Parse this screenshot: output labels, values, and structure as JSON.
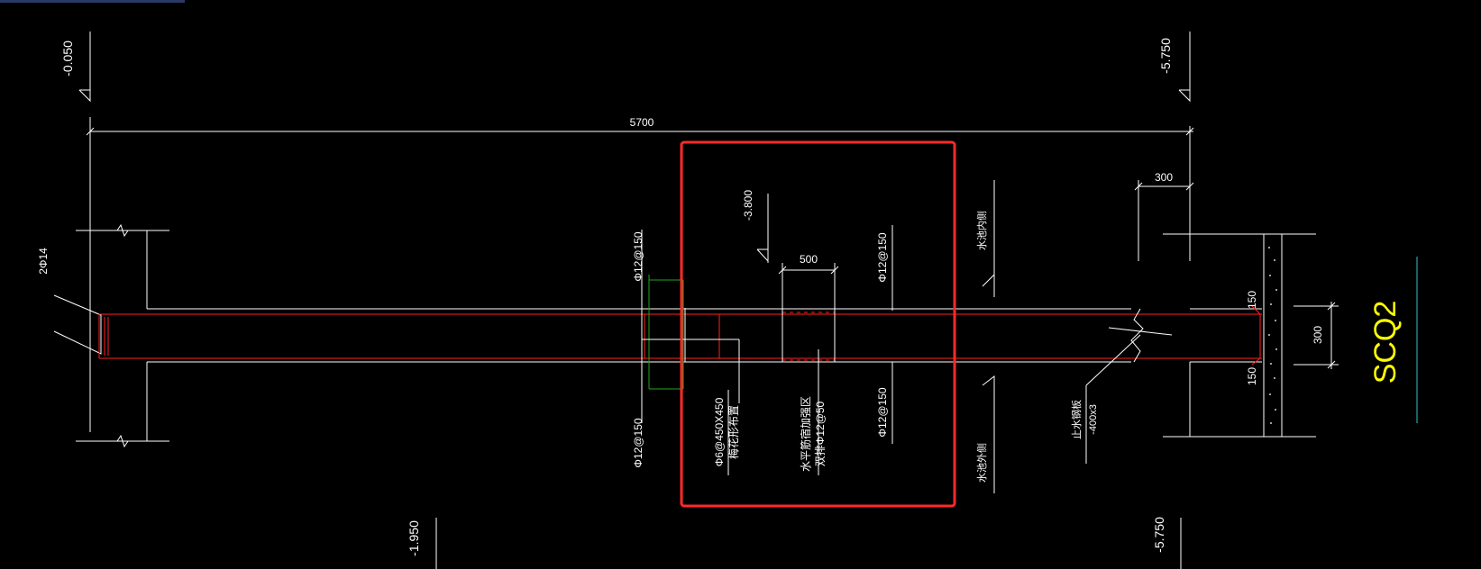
{
  "drawing_id": "SCQ2",
  "colors": {
    "background": "#000000",
    "line": "#ffffff",
    "rebar": "#ff2020",
    "green": "#1ea31e",
    "highlight": "#ff2a2a",
    "drawing_id": "#ffff00",
    "guide": "#33c4c4"
  },
  "elevations": {
    "top_left": "-0.050",
    "top_right": "-5.750",
    "bottom_left": "-1.950",
    "bottom_right": "-5.750",
    "inner": "-3.800"
  },
  "dimensions": {
    "span": "5700",
    "opening": "500",
    "wall_right_top": "300",
    "wall_thickness": "300",
    "cover_top": "150",
    "cover_bottom": "150"
  },
  "rebar_labels": {
    "left_edge": "2Φ14",
    "green_top": "Φ12@150",
    "green_bottom": "Φ12@150",
    "right_top": "Φ12@150",
    "right_bottom": "Φ12@150",
    "tie_line1": "Φ6@450X450",
    "tie_line2": "梅花形布置",
    "opening_line1": "水平筋宿加强区",
    "opening_line2": "双排Φ12@50"
  },
  "annotations": {
    "water_inside": "水池内侧",
    "water_outside": "水池外侧",
    "waterstop_line1": "止水钢板",
    "waterstop_line2": "-400x3"
  }
}
